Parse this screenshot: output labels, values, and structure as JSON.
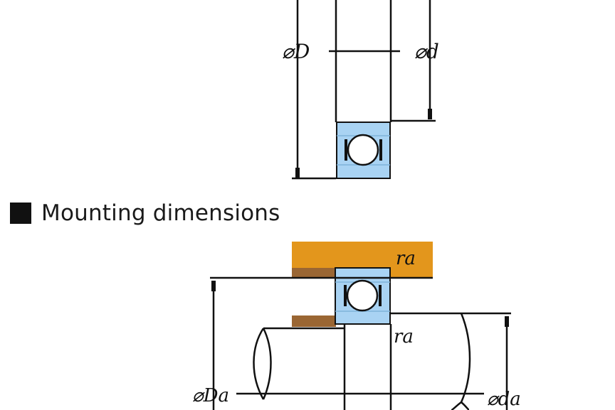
{
  "top_diagram": {
    "label_outer_diameter": "⌀D",
    "label_bore_diameter": "⌀d"
  },
  "section": {
    "heading": "Mounting dimensions"
  },
  "bottom_diagram": {
    "label_ra_housing": "ra",
    "label_ra_shaft": "ra",
    "label_housing_diameter": "⌀Da",
    "label_shaft_diameter": "⌀da"
  },
  "colors": {
    "bearing_ring": "#a9d3f3",
    "housing": "#e3961c",
    "housing_shoulder": "#9a6633",
    "line": "#111111"
  }
}
